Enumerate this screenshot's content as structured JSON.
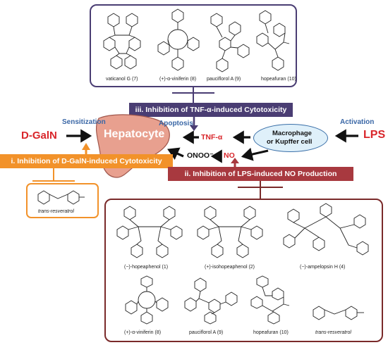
{
  "colors": {
    "top_panel_border": "#4a3d73",
    "tnf_bar": "#4a3d73",
    "bottom_panel_border": "#7a2a2a",
    "lps_bar": "#a8393f",
    "galn_bar": "#f2922a",
    "galn_panel_border": "#f2922a",
    "hepatocyte_fill": "#e8a08f",
    "macrophage_fill": "#dff0fa",
    "macrophage_border": "#3a6fa8",
    "red_text": "#d9262b",
    "blue_text": "#3a67a6",
    "arrow": "#111111"
  },
  "top_panel": {
    "compounds": [
      "vaticanol G (7)",
      "(+)-α-viniferin (8)",
      "pauciflorol A (9)",
      "hopeafuran (10)"
    ]
  },
  "bottom_panel": {
    "row1": [
      "(−)-hopeaphenol (1)",
      "(+)-isohopeaphenol (2)",
      "(−)-ampelopsin H (4)"
    ],
    "row2": [
      "(+)-α-viniferin (8)",
      "pauciflorol A (9)",
      "hopeafuran (10)",
      "trans-resveratrol"
    ]
  },
  "galn_panel": {
    "compound": "trans-resveratrol"
  },
  "bars": {
    "tnf": "iii. Inhibition of TNF-α-induced Cytotoxicity",
    "galn": "i. Inhibition of D-GalN-induced Cytotoxicity",
    "lps": "ii. Inhibition of LPS-induced NO Production"
  },
  "center": {
    "sensitization": "Sensitization",
    "apoptosis": "Apoptosis",
    "activation": "Activation",
    "galn": "D-GalN",
    "hepatocyte": "Hepatocyte",
    "tnf": "TNF-α",
    "macrophage_line1": "Macrophage",
    "macrophage_line2": "or Kupffer cell",
    "lps": "LPS",
    "onoo": "ONOO⁻",
    "no": "NO"
  }
}
